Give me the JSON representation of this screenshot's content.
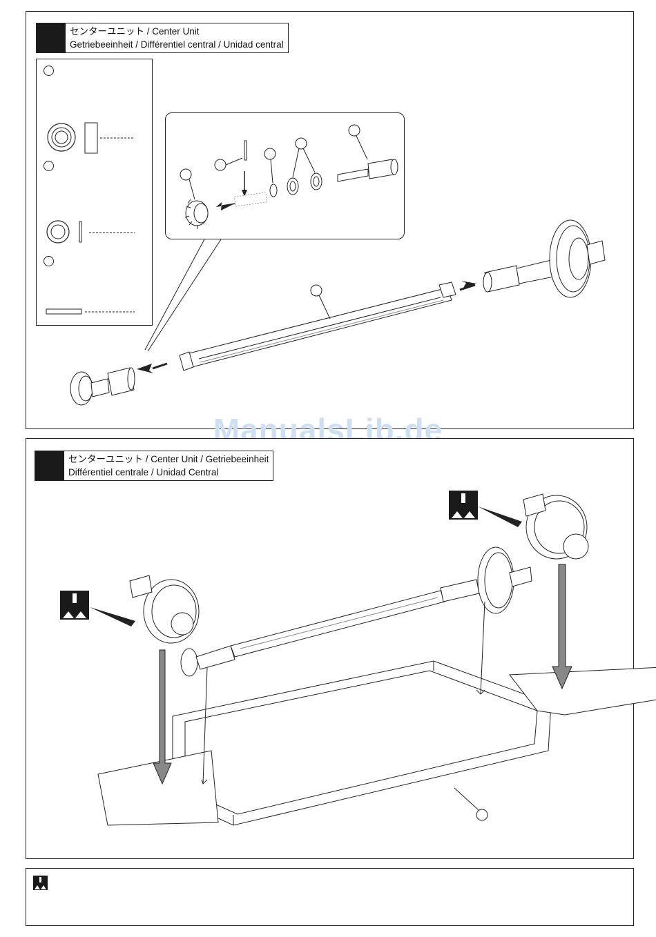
{
  "step1": {
    "title_line1": "センターユニット / Center Unit",
    "title_line2": "Getriebeeinheit / Différentiel central / Unidad central"
  },
  "step2": {
    "title_line1": "センターユニット / Center Unit / Getriebeeinheit",
    "title_line2": "Différentiel centrale / Unidad Central"
  },
  "watermark": "ManualsLib.de",
  "icons": {
    "grease_icon": "grease-gear-icon"
  },
  "colors": {
    "line": "#222222",
    "block": "#1a1a1a",
    "watermark": "#cfdff3"
  }
}
